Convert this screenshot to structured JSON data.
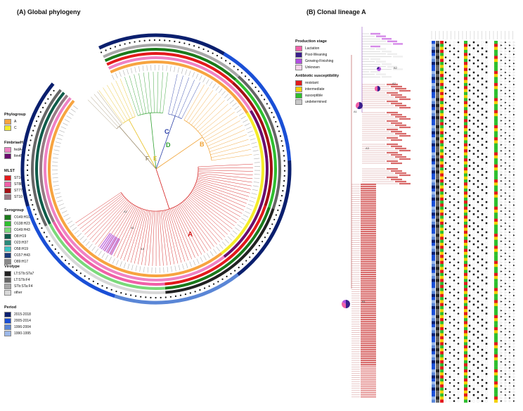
{
  "panels": {
    "a_title": "(A) Global phylogeny",
    "b_title": "(B) Clonal lineage A"
  },
  "legends_a": [
    {
      "title": "Phylogroup",
      "items": [
        {
          "label": "A",
          "color": "#f7a440"
        },
        {
          "label": "C",
          "color": "#f5ec2a"
        }
      ]
    },
    {
      "title": "FimbriaeH",
      "items": [
        {
          "label": "fedA+1",
          "color": "#ef82c4"
        },
        {
          "label": "fim454",
          "color": "#6a0d6e"
        }
      ]
    },
    {
      "title": "MLST",
      "items": [
        {
          "label": "ST100",
          "color": "#e31a1c"
        },
        {
          "label": "ST88",
          "color": "#f060a8"
        },
        {
          "label": "ST772",
          "color": "#a50f15"
        },
        {
          "label": "ST10",
          "color": "#9a7a86"
        }
      ]
    },
    {
      "title": "Serogroup",
      "items": [
        {
          "label": "O149:H10",
          "color": "#1b7a1b"
        },
        {
          "label": "O138:H23",
          "color": "#2fbf2f"
        },
        {
          "label": "O149:H43",
          "color": "#7ad97a"
        },
        {
          "label": "O8:H19",
          "color": "#0f5c4a"
        },
        {
          "label": "O23:H37",
          "color": "#2a8a7a"
        },
        {
          "label": "O58:H19",
          "color": "#39c6c6"
        },
        {
          "label": "O157:H43",
          "color": "#1a3a7a"
        },
        {
          "label": "O89:H17",
          "color": "#8a8a8a"
        }
      ]
    },
    {
      "title": "Virotype",
      "items": [
        {
          "label": "LT:STb:STa7",
          "color": "#222222"
        },
        {
          "label": "LT:STb:F4",
          "color": "#666666"
        },
        {
          "label": "STb:STa:F4",
          "color": "#a8a8a8"
        },
        {
          "label": "other",
          "color": "#d8d8d8"
        }
      ]
    },
    {
      "title": "Period",
      "items": [
        {
          "label": "2015-2018",
          "color": "#0a1f6e"
        },
        {
          "label": "2005-2014",
          "color": "#1a4fd6"
        },
        {
          "label": "1996-2004",
          "color": "#5a86d6"
        },
        {
          "label": "1990-1995",
          "color": "#9cb8e8"
        }
      ]
    }
  ],
  "legends_b": [
    {
      "title": "Production stage",
      "items": [
        {
          "label": "Lactation",
          "color": "#f060a8"
        },
        {
          "label": "Post-Weaning",
          "color": "#3a1f8c"
        },
        {
          "label": "Growing-Finishing",
          "color": "#b04ee0"
        },
        {
          "label": "Unknown",
          "color": "#f5d5ea"
        }
      ]
    },
    {
      "title": "Antibiotic susceptibility",
      "items": [
        {
          "label": "resistant",
          "color": "#e31a1c"
        },
        {
          "label": "intermediate",
          "color": "#f5d000"
        },
        {
          "label": "susceptible",
          "color": "#2fbf2f"
        },
        {
          "label": "undetermined",
          "color": "#c8c8c8"
        }
      ]
    }
  ],
  "clades": [
    {
      "label": "A",
      "color": "#d41c1c"
    },
    {
      "label": "B",
      "color": "#f0a030"
    },
    {
      "label": "C",
      "color": "#2a3fa8"
    },
    {
      "label": "D",
      "color": "#2fa02f"
    },
    {
      "label": "E",
      "color": "#e8c020"
    },
    {
      "label": "F",
      "color": "#9a8a6a"
    }
  ],
  "subclades_a": [
    "A1",
    "A2",
    "A3"
  ],
  "subclades_b": [
    "A1",
    "A2",
    "A3",
    "B1",
    "B2"
  ]
}
